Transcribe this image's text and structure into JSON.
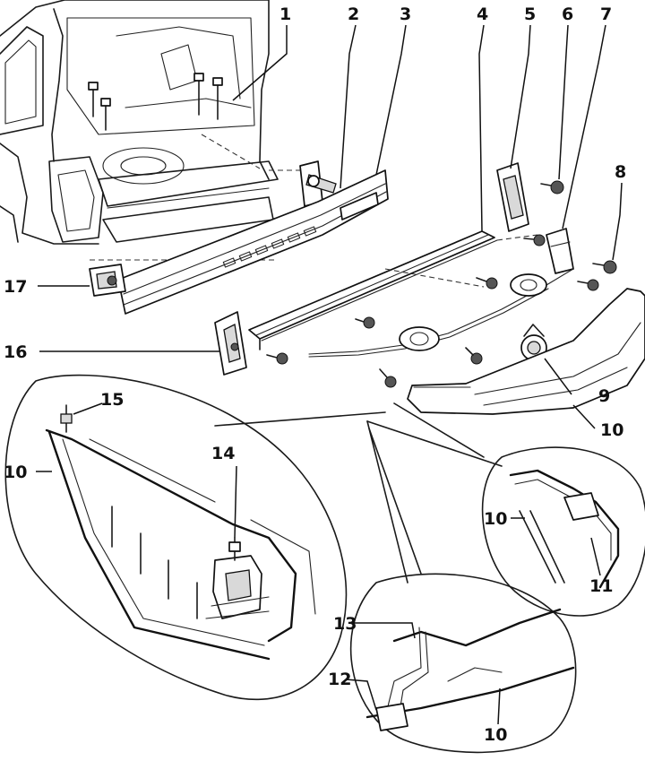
{
  "callouts": [
    {
      "id": "c1",
      "label": "1"
    },
    {
      "id": "c2",
      "label": "2"
    },
    {
      "id": "c3",
      "label": "3"
    },
    {
      "id": "c4",
      "label": "4"
    },
    {
      "id": "c5",
      "label": "5"
    },
    {
      "id": "c6",
      "label": "6"
    },
    {
      "id": "c7",
      "label": "7"
    },
    {
      "id": "c8",
      "label": "8"
    },
    {
      "id": "c9",
      "label": "9"
    },
    {
      "id": "c10a",
      "label": "10"
    },
    {
      "id": "c10b",
      "label": "10"
    },
    {
      "id": "c10c",
      "label": "10"
    },
    {
      "id": "c10d",
      "label": "10"
    },
    {
      "id": "c11",
      "label": "11"
    },
    {
      "id": "c12",
      "label": "12"
    },
    {
      "id": "c13",
      "label": "13"
    },
    {
      "id": "c14",
      "label": "14"
    },
    {
      "id": "c15",
      "label": "15"
    },
    {
      "id": "c16",
      "label": "16"
    },
    {
      "id": "c17",
      "label": "17"
    }
  ]
}
